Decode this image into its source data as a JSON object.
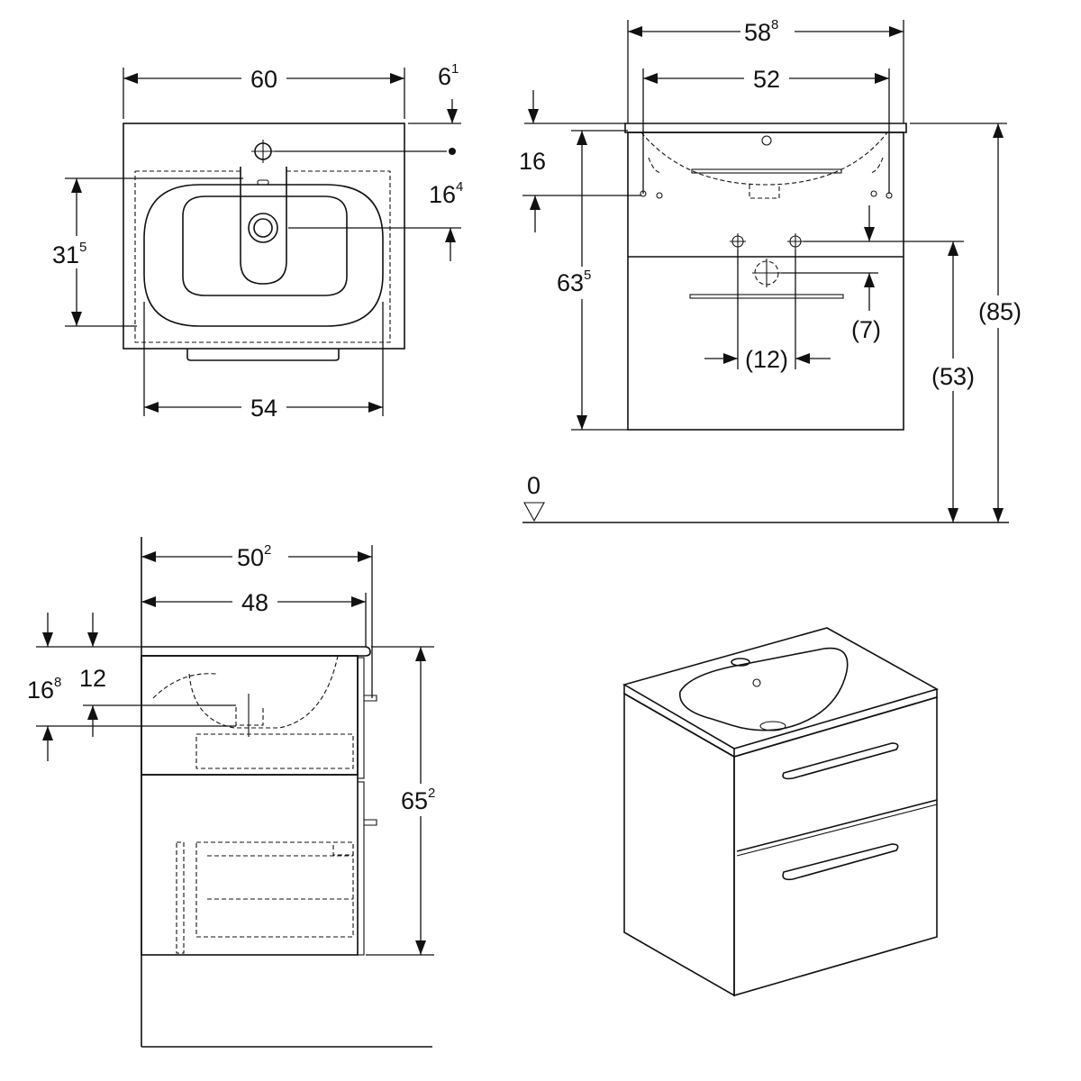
{
  "top_view": {
    "width_label": "60",
    "edge_label": "6¹",
    "edge_label_base": "6",
    "edge_label_sup": "1",
    "depth_label_base": "31",
    "depth_label_sup": "5",
    "tap_label_base": "16",
    "tap_label_sup": "4",
    "bowl_width_label": "54"
  },
  "front_view": {
    "overall_width_base": "58",
    "overall_width_sup": "8",
    "inner_width_label": "52",
    "top_thickness_label": "16",
    "cabinet_height_base": "63",
    "cabinet_height_sup": "5",
    "drain_offset_label": "(7)",
    "supply_spacing_label": "(12)",
    "supply_height_label": "(53)",
    "total_height_label": "(85)",
    "floor_label": "0"
  },
  "side_view": {
    "overall_depth_base": "50",
    "overall_depth_sup": "2",
    "cabinet_depth_label": "48",
    "bowl_depth_base": "16",
    "bowl_depth_sup": "8",
    "drain_depth_label": "12",
    "height_base": "65",
    "height_sup": "2"
  }
}
